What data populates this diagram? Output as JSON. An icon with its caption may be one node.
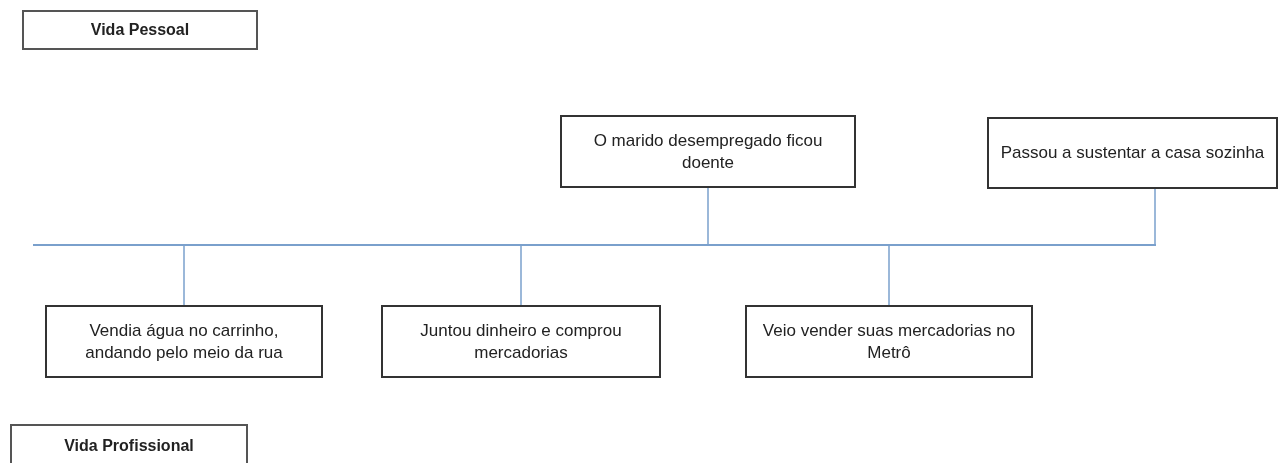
{
  "diagram": {
    "nodes": [
      {
        "text": [
          "Vida Pessoal"
        ]
      },
      {
        "text": [
          "O marido desempregado ficou doente"
        ]
      },
      {
        "text": [
          "Passou a sustentar a casa sozinha"
        ]
      },
      {
        "text": [],
        "shape": "bar"
      },
      {
        "text": [
          "Vendia água no carrinho, andando pelo meio da rua"
        ]
      },
      {
        "text": [
          "Juntou dinheiro e comprou mercadorias"
        ]
      },
      {
        "text": [
          "Veio vender suas mercadorias no Metrô"
        ]
      },
      {
        "text": [
          "Vida Profissional"
        ]
      }
    ],
    "edges": [
      {
        "from": 1,
        "to": 3,
        "arrow": "none"
      },
      {
        "from": 2,
        "to": 3,
        "arrow": "none"
      },
      {
        "from": 4,
        "to": 3,
        "arrow": "none"
      },
      {
        "from": 5,
        "to": 3,
        "arrow": "none"
      },
      {
        "from": 6,
        "to": 3,
        "arrow": "none"
      }
    ]
  }
}
